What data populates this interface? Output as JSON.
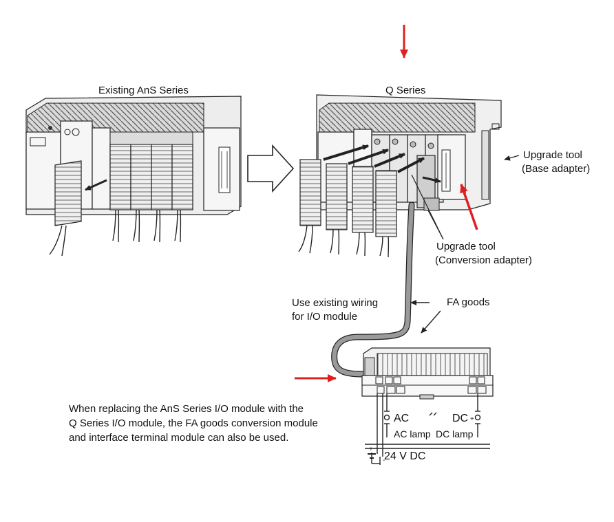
{
  "labels": {
    "existing_series": "Existing AnS Series",
    "q_series": "Q Series",
    "upgrade_base_line1": "Upgrade tool",
    "upgrade_base_line2": "(Base adapter)",
    "upgrade_conv_line1": "Upgrade tool",
    "upgrade_conv_line2": "(Conversion adapter)",
    "wiring_line1": "Use existing wiring",
    "wiring_line2": "for I/O module",
    "fa_goods": "FA goods",
    "ac": "AC",
    "dc": "DC",
    "ac_lamp": "AC lamp",
    "dc_lamp": "DC lamp",
    "dc_supply": "24 V DC"
  },
  "description": {
    "line1": "When replacing the AnS Series I/O module with the",
    "line2": "Q Series I/O module, the FA goods conversion module",
    "line3": "and interface terminal module can also be used."
  },
  "colors": {
    "highlight_arrow": "#e02020",
    "line": "#222222",
    "panel_fill": "#f2f2f2",
    "shade": "#c8c8c8",
    "cable": "#9a9a9a"
  }
}
